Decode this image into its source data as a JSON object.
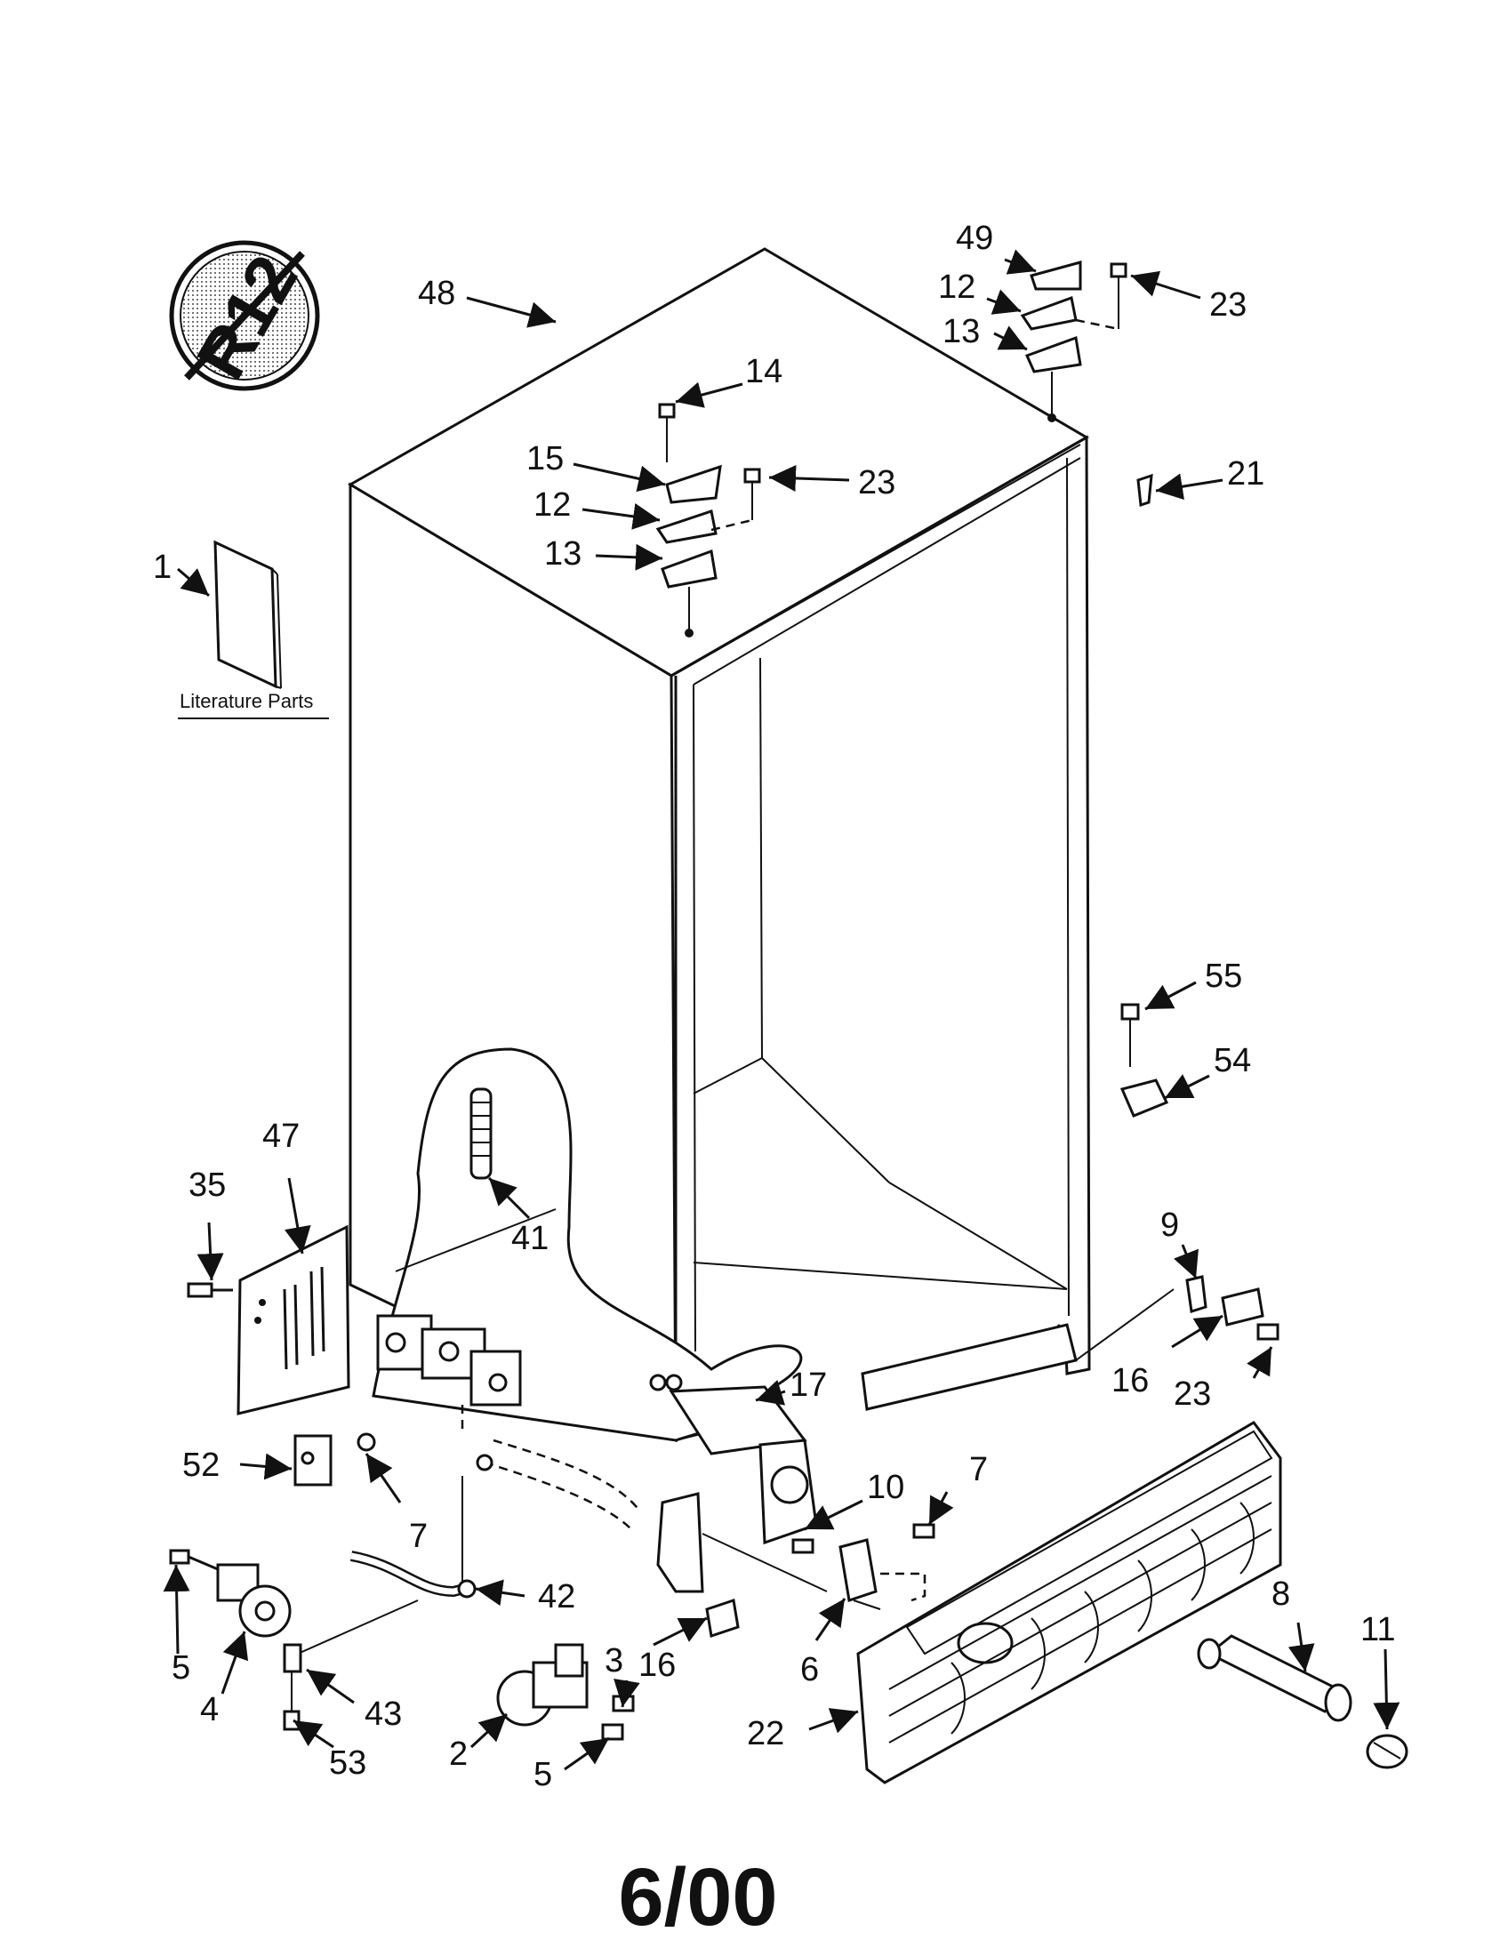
{
  "diagram": {
    "date_code": "6/00",
    "literature_label": "Literature Parts",
    "badge_text": "R12",
    "callouts": [
      "1",
      "2",
      "3",
      "4",
      "5",
      "5",
      "6",
      "7",
      "7",
      "8",
      "9",
      "10",
      "11",
      "12",
      "12",
      "13",
      "13",
      "14",
      "15",
      "16",
      "16",
      "17",
      "21",
      "22",
      "23",
      "23",
      "23",
      "35",
      "41",
      "42",
      "43",
      "47",
      "48",
      "49",
      "52",
      "53",
      "54",
      "55"
    ]
  }
}
